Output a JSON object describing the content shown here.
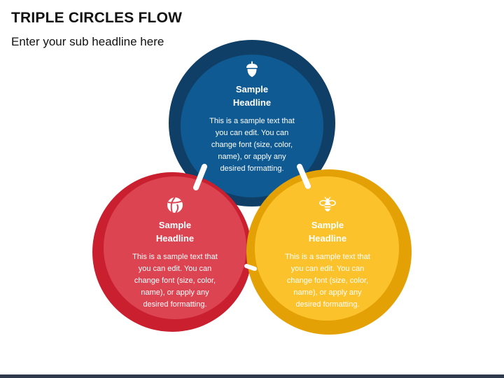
{
  "header": {
    "title": "TRIPLE CIRCLES FLOW",
    "subtitle": "Enter your sub headline here"
  },
  "circles": [
    {
      "id": "top",
      "icon": "acorn-icon",
      "headline": "Sample\nHeadline",
      "body": "This is a sample text that\nyou can edit. You can\nchange font (size, color,\nname), or apply any\ndesired formatting.",
      "ring_color": "#0f3f66",
      "fill_color": "#0f5a92"
    },
    {
      "id": "left",
      "icon": "beach-ball-icon",
      "headline": "Sample\nHeadline",
      "body": "This is a sample text that\nyou can edit. You can\nchange font (size, color,\nname), or apply any\ndesired formatting.",
      "ring_color": "#c91f2f",
      "fill_color": "#dc4452"
    },
    {
      "id": "right",
      "icon": "bee-icon",
      "headline": "Sample\nHeadline",
      "body": "This is a sample text that\nyou can edit. You can\nchange font (size, color,\nname), or apply any\ndesired formatting.",
      "ring_color": "#e3a106",
      "fill_color": "#fcc22c"
    }
  ]
}
